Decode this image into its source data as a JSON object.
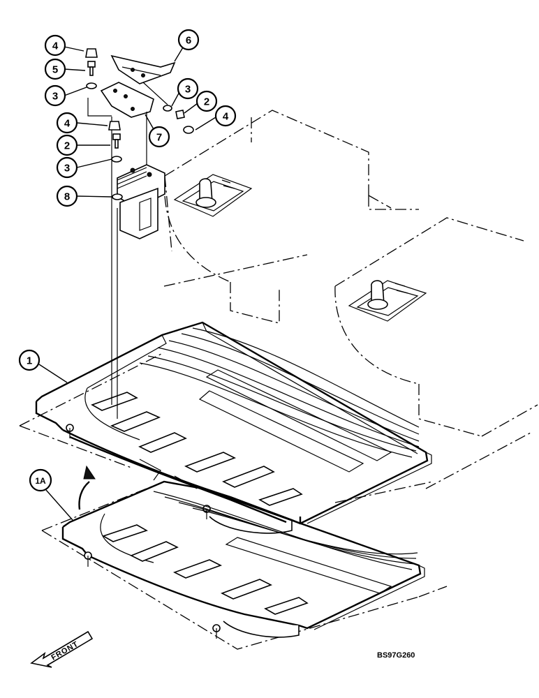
{
  "figure": {
    "drawing_id": "BS97G260",
    "direction_label": "FRONT"
  },
  "callouts": [
    {
      "label": "4"
    },
    {
      "label": "5"
    },
    {
      "label": "3"
    },
    {
      "label": "6"
    },
    {
      "label": "3"
    },
    {
      "label": "2"
    },
    {
      "label": "4"
    },
    {
      "label": "7"
    },
    {
      "label": "4"
    },
    {
      "label": "2"
    },
    {
      "label": "3"
    },
    {
      "label": "8"
    },
    {
      "label": "1"
    },
    {
      "label": "1A"
    }
  ]
}
